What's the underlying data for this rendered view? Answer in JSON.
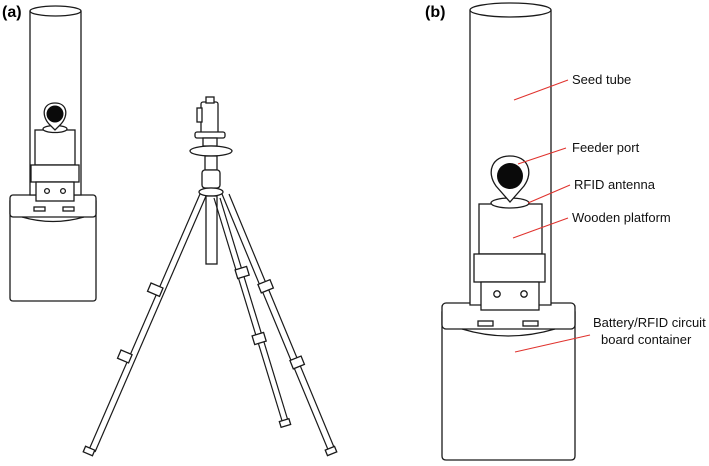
{
  "panels": {
    "a": "(a)",
    "b": "(b)"
  },
  "callouts": {
    "seed_tube": "Seed tube",
    "feeder_port": "Feeder port",
    "rfid_antenna": "RFID antenna",
    "wooden_platform": "Wooden platform",
    "container_line1": "Battery/RFID circuit",
    "container_line2": "board container"
  },
  "colors": {
    "leader_line": "#e0332e",
    "outline": "#1a1a1a",
    "port_hole": "#0a0a0a"
  }
}
